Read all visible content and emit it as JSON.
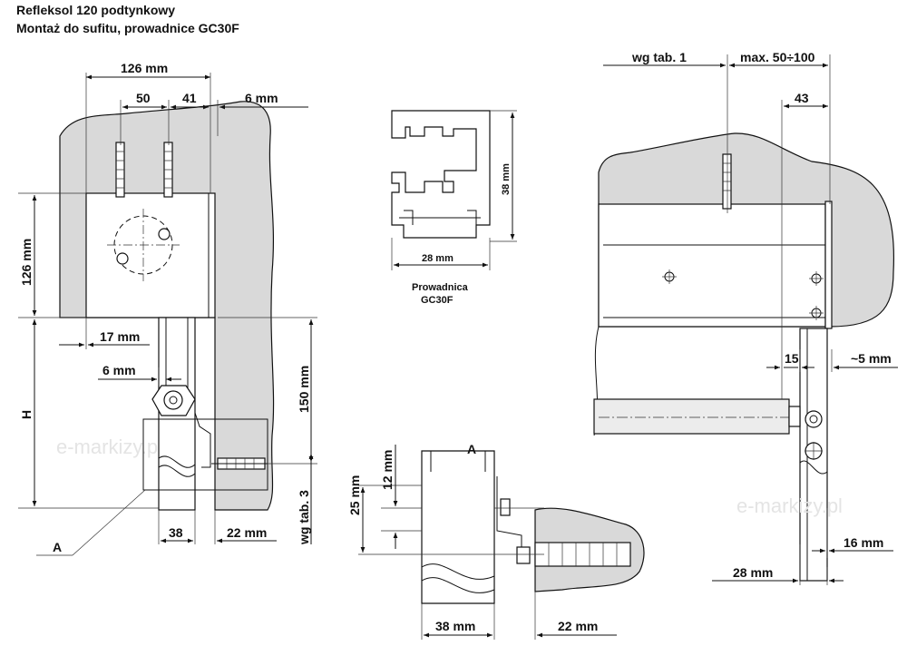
{
  "title": {
    "line1": "Refleksol 120 podtynkowy",
    "line2": "Montaż do sufitu, prowadnice GC30F"
  },
  "side_view": {
    "width_total": "126 mm",
    "dim_50": "50",
    "dim_41": "41",
    "dim_6_top": "6 mm",
    "height_box": "126 mm",
    "dim_17": "17 mm",
    "dim_6_mid": "6 mm",
    "H": "H",
    "dim_150": "150 mm",
    "wg_tab3": "wg tab. 3",
    "dim_38": "38",
    "dim_22": "22 mm",
    "label_A": "A"
  },
  "profile": {
    "height": "38 mm",
    "width": "28 mm",
    "name_line1": "Prowadnica",
    "name_line2": "GC30F"
  },
  "detail_A": {
    "label": "A",
    "dim_25": "25 mm",
    "dim_12": "12 mm",
    "dim_38": "38 mm",
    "dim_22": "22 mm"
  },
  "front_view": {
    "wg_tab1": "wg tab. 1",
    "max_range": "max. 50÷100",
    "dim_43": "43",
    "dim_15": "15",
    "dim_5": "~5 mm",
    "dim_16": "16 mm",
    "dim_28": "28 mm"
  },
  "watermark": "e-markizy.pl"
}
